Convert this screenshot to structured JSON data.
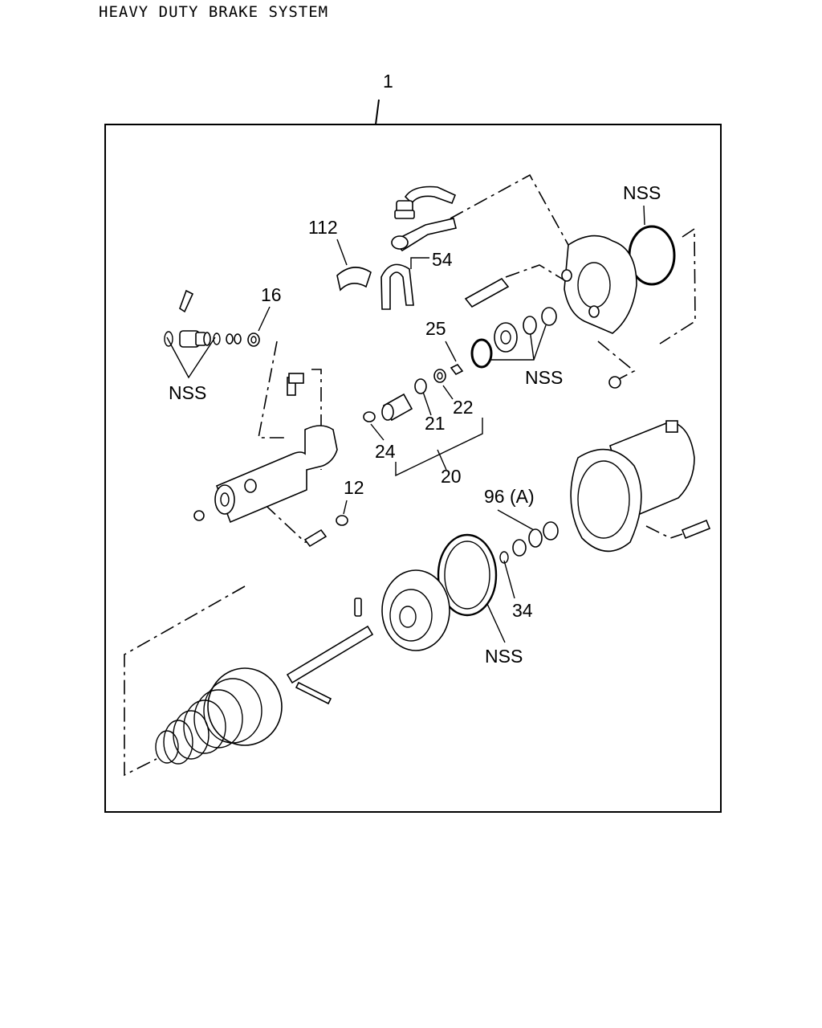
{
  "title": "HEAVY DUTY BRAKE SYSTEM",
  "callouts": {
    "c1": "1",
    "c112": "112",
    "c54": "54",
    "c16": "16",
    "nss_left": "NSS",
    "nss_top_right": "NSS",
    "c25": "25",
    "nss_mid": "NSS",
    "c22": "22",
    "c21": "21",
    "c24": "24",
    "c20": "20",
    "c12": "12",
    "c96a": "96 (A)",
    "c34": "34",
    "nss_bottom": "NSS"
  }
}
